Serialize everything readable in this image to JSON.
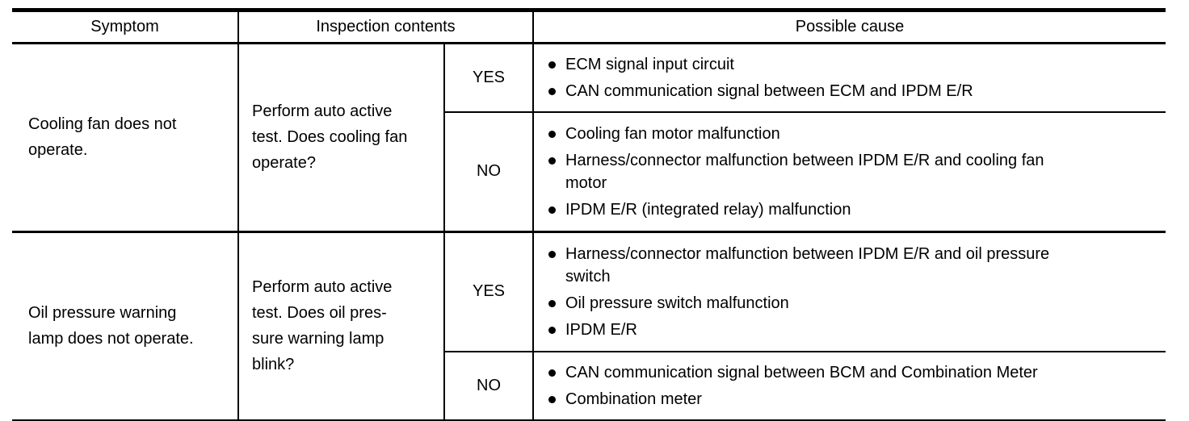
{
  "colors": {
    "background": "#ffffff",
    "text": "#000000",
    "border": "#000000"
  },
  "table": {
    "headers": {
      "symptom": "Symptom",
      "inspection": "Inspection contents",
      "cause": "Possible cause"
    },
    "bullet_icon": "filled-circle",
    "rows": [
      {
        "symptom": "Cooling fan does not\noperate.",
        "inspection": "Perform auto active\ntest. Does cooling fan\noperate?",
        "branches": [
          {
            "answer": "YES",
            "causes": [
              "ECM signal input circuit",
              "CAN communication signal between ECM and IPDM E/R"
            ]
          },
          {
            "answer": "NO",
            "causes": [
              "Cooling fan motor malfunction",
              "Harness/connector malfunction between IPDM E/R and cooling fan\nmotor",
              "IPDM E/R (integrated relay) malfunction"
            ]
          }
        ]
      },
      {
        "symptom": "Oil pressure warning\nlamp does not operate.",
        "inspection": "Perform auto active\ntest. Does oil pres-\nsure warning lamp\nblink?",
        "branches": [
          {
            "answer": "YES",
            "causes": [
              "Harness/connector malfunction between IPDM E/R and oil pressure\nswitch",
              "Oil pressure switch malfunction",
              "IPDM E/R"
            ]
          },
          {
            "answer": "NO",
            "causes": [
              "CAN communication signal between BCM and Combination Meter",
              "Combination meter"
            ]
          }
        ]
      }
    ]
  }
}
